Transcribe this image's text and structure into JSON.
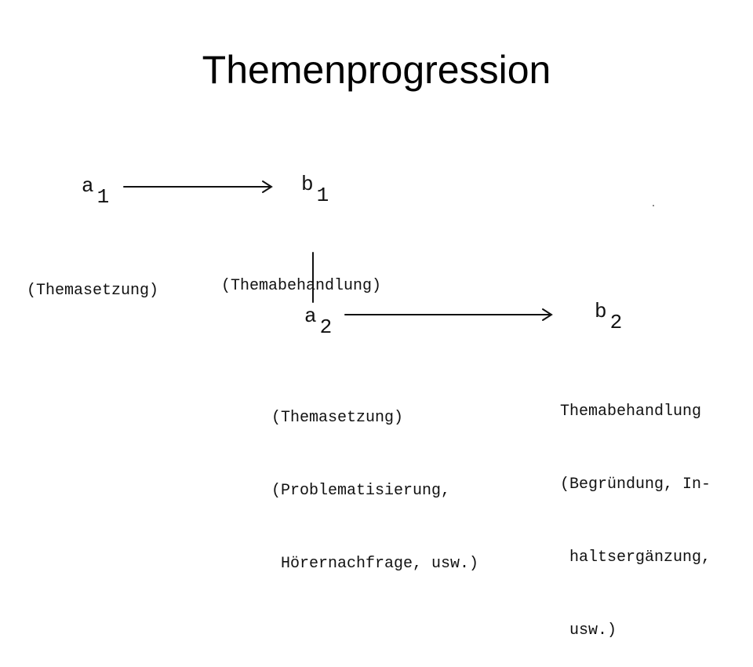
{
  "title": "Themenprogression",
  "nodes": {
    "a1": {
      "base": "a",
      "sub": "1"
    },
    "b1": {
      "base": "b",
      "sub": "1"
    },
    "a2": {
      "base": "a",
      "sub": "2"
    },
    "b2": {
      "base": "b",
      "sub": "2"
    }
  },
  "captions": {
    "a1": [
      "(Themasetzung)"
    ],
    "b1": [
      "(Themabehandlung)"
    ],
    "a2": [
      "(Themasetzung)",
      "(Problematisierung,",
      " Hörernachfrage, usw.)"
    ],
    "b2": [
      "Themabehandlung",
      "(Begründung, In-",
      " haltsergänzung,",
      " usw.)"
    ]
  },
  "colors": {
    "text": "#111111",
    "background": "#ffffff"
  }
}
